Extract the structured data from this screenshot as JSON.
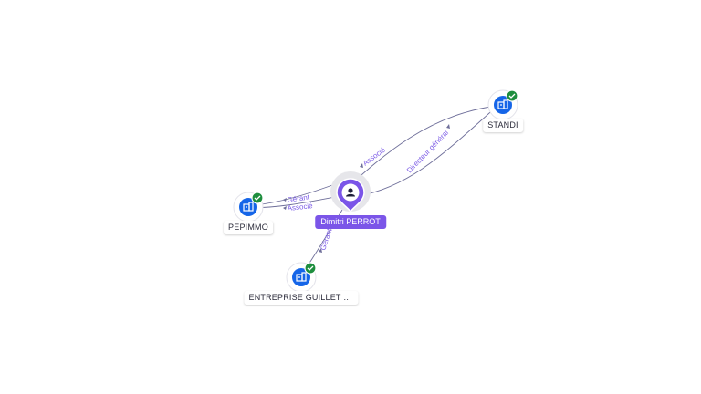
{
  "colors": {
    "edge": "#6f6f9a",
    "edge_label": "#7c5ce6",
    "company_icon_bg": "#1565e8",
    "verified_badge": "#1e8e3e",
    "person_pin": "#7b55e8"
  },
  "person": {
    "name": "Dimitri PERROT",
    "icon": "user-icon"
  },
  "companies": [
    {
      "id": "standi",
      "name": "STANDI",
      "verified": true,
      "icon": "building-icon"
    },
    {
      "id": "pepimmo",
      "name": "PEPIMMO",
      "verified": true,
      "icon": "building-icon"
    },
    {
      "id": "guillet",
      "name": "ENTREPRISE GUILLET C...",
      "verified": true,
      "icon": "building-icon"
    }
  ],
  "relations": [
    {
      "to": "standi",
      "label": "Associé"
    },
    {
      "to": "standi",
      "label": "Directeur général"
    },
    {
      "to": "pepimmo",
      "label": "Gérant"
    },
    {
      "to": "pepimmo",
      "label": "Associé"
    },
    {
      "to": "guillet",
      "label": "Gérant"
    }
  ]
}
